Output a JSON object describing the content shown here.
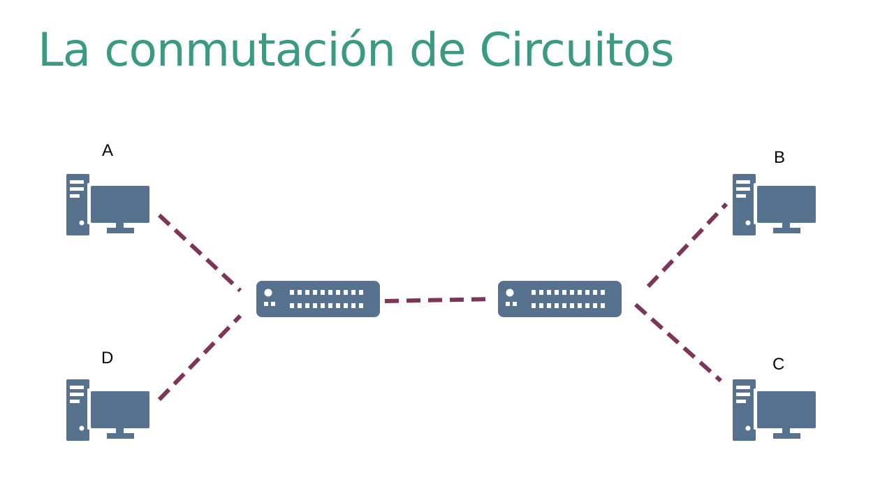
{
  "title": "La conmutación de Circuitos",
  "colors": {
    "title": "#3a9a82",
    "device": "#57728f",
    "link": "#7d3559",
    "background": "#ffffff"
  },
  "nodes": {
    "a": {
      "label": "A",
      "icon": "desktop-computer-icon"
    },
    "b": {
      "label": "B",
      "icon": "desktop-computer-icon"
    },
    "c": {
      "label": "C",
      "icon": "desktop-computer-icon"
    },
    "d": {
      "label": "D",
      "icon": "desktop-computer-icon"
    }
  },
  "switches": [
    {
      "icon": "network-switch-icon"
    },
    {
      "icon": "network-switch-icon"
    }
  ],
  "links": [
    {
      "from": "a",
      "to": "switch-1",
      "style": "dashed"
    },
    {
      "from": "d",
      "to": "switch-1",
      "style": "dashed"
    },
    {
      "from": "switch-1",
      "to": "switch-2",
      "style": "dashed"
    },
    {
      "from": "switch-2",
      "to": "b",
      "style": "dashed"
    },
    {
      "from": "switch-2",
      "to": "c",
      "style": "dashed"
    }
  ]
}
